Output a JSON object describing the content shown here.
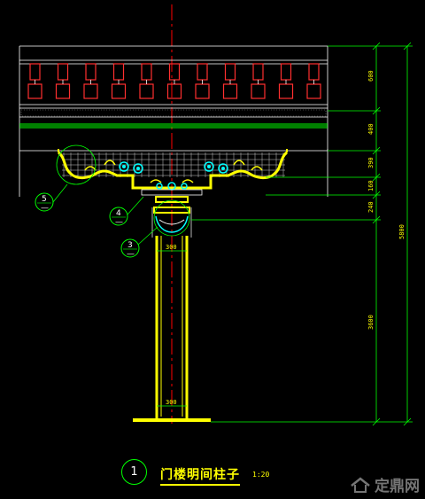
{
  "drawing": {
    "title": "门楼明间柱子",
    "scale": "1:20",
    "detail_number": "1",
    "callouts": [
      {
        "number": "5",
        "sub": "—"
      },
      {
        "number": "4",
        "sub": "—"
      },
      {
        "number": "3",
        "sub": "—"
      }
    ],
    "dimensions_right": [
      "600",
      "400",
      "390",
      "160",
      "240",
      "3600"
    ],
    "dimension_total": "5800",
    "column_width_top": "300",
    "column_width_bottom": "300"
  },
  "colors": {
    "background": "#000000",
    "structure": "#ffff00",
    "detail": "#ffffff",
    "dimension": "#00ff00",
    "ornament": "#00ffff",
    "axis": "#ff0000"
  },
  "watermark": {
    "text": "定鼎网",
    "icon": "house-logo-icon"
  }
}
